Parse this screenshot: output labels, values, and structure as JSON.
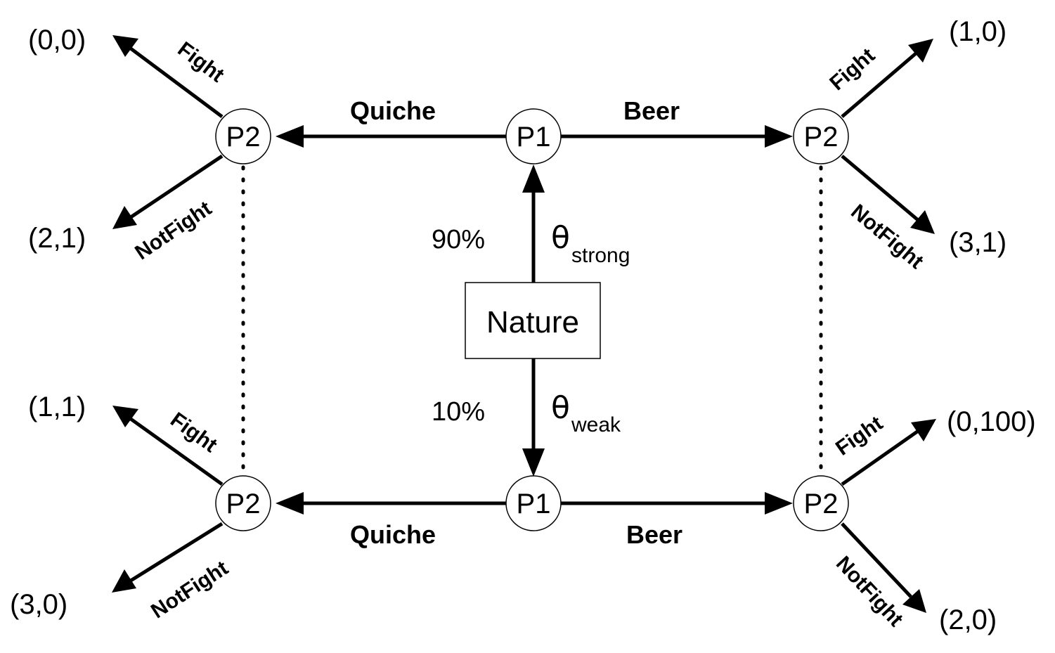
{
  "nature": {
    "label": "Nature"
  },
  "types": {
    "strong": {
      "prob": "90%",
      "theta": "θ",
      "sub": "strong"
    },
    "weak": {
      "prob": "10%",
      "theta": "θ",
      "sub": "weak"
    }
  },
  "players": {
    "sender": "P1",
    "receiver": "P2"
  },
  "messages": {
    "quiche_top": "Quiche",
    "beer_top": "Beer",
    "quiche_bottom": "Quiche",
    "beer_bottom": "Beer"
  },
  "responses": {
    "fight_tl": "Fight",
    "notfight_tl": "NotFight",
    "fight_tr": "Fight",
    "notfight_tr": "NotFight",
    "fight_bl": "Fight",
    "notfight_bl": "NotFight",
    "fight_br": "Fight",
    "notfight_br": "NotFight"
  },
  "payoffs": {
    "tl_fight": "(0,0)",
    "tl_notfight": "(2,1)",
    "tr_fight": "(1,0)",
    "tr_notfight": "(3,1)",
    "bl_fight": "(1,1)",
    "bl_notfight": "(3,0)",
    "br_fight": "(0,100)",
    "br_notfight": "(2,0)"
  }
}
